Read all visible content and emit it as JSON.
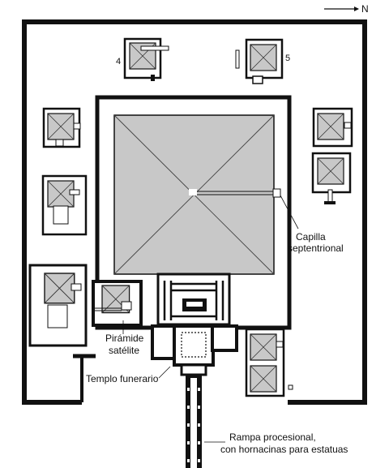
{
  "north_arrow": {
    "label": "N"
  },
  "labels": {
    "queen_pyramid_4": "4",
    "queen_pyramid_5": "5",
    "north_chapel_line1": "Capilla",
    "north_chapel_line2": "septentrional",
    "satellite_pyramid_line1": "Pirámide",
    "satellite_pyramid_line2": "satélite",
    "funerary_temple": "Templo funerario",
    "causeway_line1": "Rampa procesional,",
    "causeway_line2": "con hornacinas para estatuas"
  },
  "colors": {
    "wall": "#111111",
    "pyramid_fill": "#c8c8c8",
    "background": "#ffffff"
  }
}
